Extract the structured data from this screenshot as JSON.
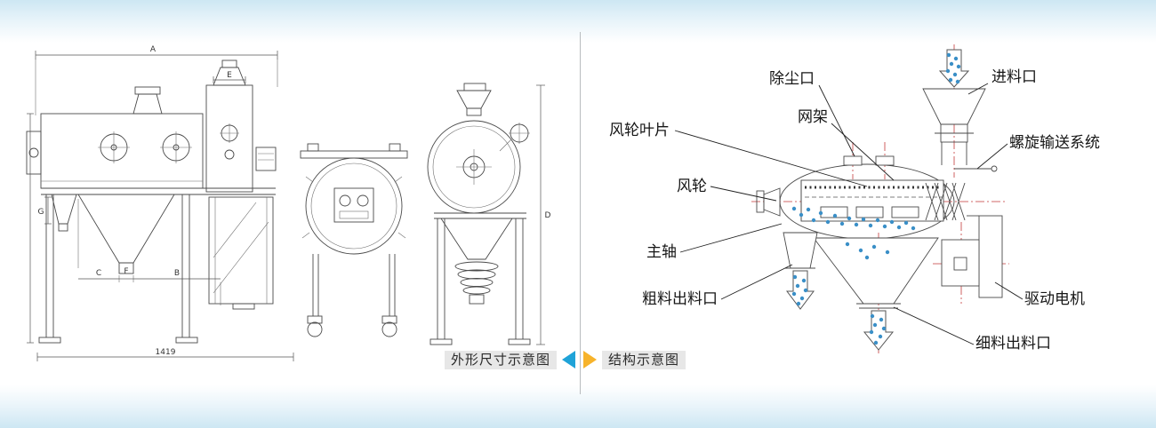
{
  "captions": {
    "left": "外形尺寸示意图",
    "right": "结构示意图"
  },
  "outline_drawing": {
    "dims": {
      "A": "A",
      "E": "E",
      "G": "G",
      "C": "C",
      "F": "F",
      "B": "B",
      "D": "D",
      "overall_width": "1419"
    }
  },
  "structure_labels": {
    "dust_port": "除尘口",
    "feed_inlet": "进料口",
    "impeller_blades": "风轮叶片",
    "mesh_frame": "网架",
    "screw_conveyor": "螺旋输送系统",
    "impeller": "风轮",
    "main_shaft": "主轴",
    "coarse_outlet": "粗料出料口",
    "drive_motor": "驱动电机",
    "fine_outlet": "细料出料口"
  },
  "colors": {
    "centerline_red": "#c43a3a",
    "particle_blue": "#3a8fc7",
    "left_triangle_blue": "#1fa3d8",
    "right_triangle_yellow": "#f7b32b",
    "line_gray": "#4a4a4a"
  }
}
